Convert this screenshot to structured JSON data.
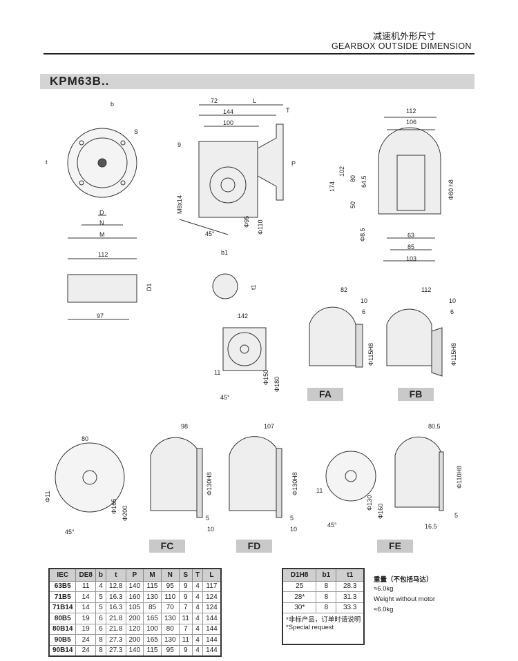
{
  "header": {
    "title_cn": "减速机外形尺寸",
    "title_en": "GEARBOX OUTSIDE DIMENSION"
  },
  "model": "KPM63B..",
  "dims": {
    "front": {
      "b": "b",
      "S": "S",
      "t": "t",
      "D": "D",
      "N": "N",
      "M": "M"
    },
    "side": {
      "d72": "72",
      "L": "L",
      "d144": "144",
      "T": "T",
      "d100": "100",
      "d9": "9",
      "P": "P",
      "m8": "M8x14",
      "phi95": "Φ95",
      "phi110": "Φ110",
      "ang": "45°"
    },
    "end": {
      "d112": "112",
      "d106": "106",
      "d174": "174",
      "d102": "102",
      "d80": "80",
      "d645": "64.5",
      "d50": "50",
      "phi85": "Φ8.5",
      "phi80": "Φ80 h8",
      "d63": "63",
      "d85": "85",
      "d103": "103"
    },
    "shaft": {
      "d112": "112",
      "D1": "D1",
      "d97": "97"
    },
    "hole": {
      "b1": "b1",
      "t1": "t1"
    },
    "square": {
      "d142": "142",
      "d11": "11",
      "phi150": "Φ150",
      "phi180": "Φ180",
      "ang": "45°"
    },
    "fa": {
      "d82": "82",
      "d10": "10",
      "d6": "6",
      "phi": "Φ115H8",
      "label": "FA"
    },
    "fb": {
      "d112": "112",
      "d10": "10",
      "d6": "6",
      "phi": "Φ115H8",
      "label": "FB"
    },
    "fc": {
      "d80": "80",
      "phi11": "Φ11",
      "phi165": "Φ165",
      "phi200": "Φ200",
      "ang": "45°",
      "d98": "98",
      "phi": "Φ130H8",
      "d5": "5",
      "d10": "10",
      "label": "FC"
    },
    "fd": {
      "d107": "107",
      "phi": "Φ130H8",
      "d5": "5",
      "d10": "10",
      "label": "FD"
    },
    "fe": {
      "d11": "11",
      "phi130": "Φ130",
      "phi160": "Φ160",
      "ang": "45°",
      "d805": "80.5",
      "phi": "Φ110H8",
      "d165": "16.5",
      "d5": "5",
      "label": "FE"
    }
  },
  "table1": {
    "headers": [
      "IEC",
      "DE8",
      "b",
      "t",
      "P",
      "M",
      "N",
      "S",
      "T",
      "L"
    ],
    "rows": [
      [
        "63B5",
        "11",
        "4",
        "12.8",
        "140",
        "115",
        "95",
        "9",
        "4",
        "117"
      ],
      [
        "71B5",
        "14",
        "5",
        "16.3",
        "160",
        "130",
        "110",
        "9",
        "4",
        "124"
      ],
      [
        "71B14",
        "14",
        "5",
        "16.3",
        "105",
        "85",
        "70",
        "7",
        "4",
        "124"
      ],
      [
        "80B5",
        "19",
        "6",
        "21.8",
        "200",
        "165",
        "130",
        "11",
        "4",
        "144"
      ],
      [
        "80B14",
        "19",
        "6",
        "21.8",
        "120",
        "100",
        "80",
        "7",
        "4",
        "144"
      ],
      [
        "90B5",
        "24",
        "8",
        "27.3",
        "200",
        "165",
        "130",
        "11",
        "4",
        "144"
      ],
      [
        "90B14",
        "24",
        "8",
        "27.3",
        "140",
        "115",
        "95",
        "9",
        "4",
        "144"
      ]
    ]
  },
  "table2": {
    "headers": [
      "D1H8",
      "b1",
      "t1"
    ],
    "rows": [
      [
        "25",
        "8",
        "28.3"
      ],
      [
        "28*",
        "8",
        "31.3"
      ],
      [
        "30*",
        "8",
        "33.3"
      ]
    ],
    "note_cn": "*非标产品，订单时请说明",
    "note_en": "*Special request"
  },
  "weight": {
    "label_cn": "重量（不包括马达）",
    "value1": "≈6.0kg",
    "label_en": "Weight without motor",
    "value2": "≈6.0kg"
  }
}
